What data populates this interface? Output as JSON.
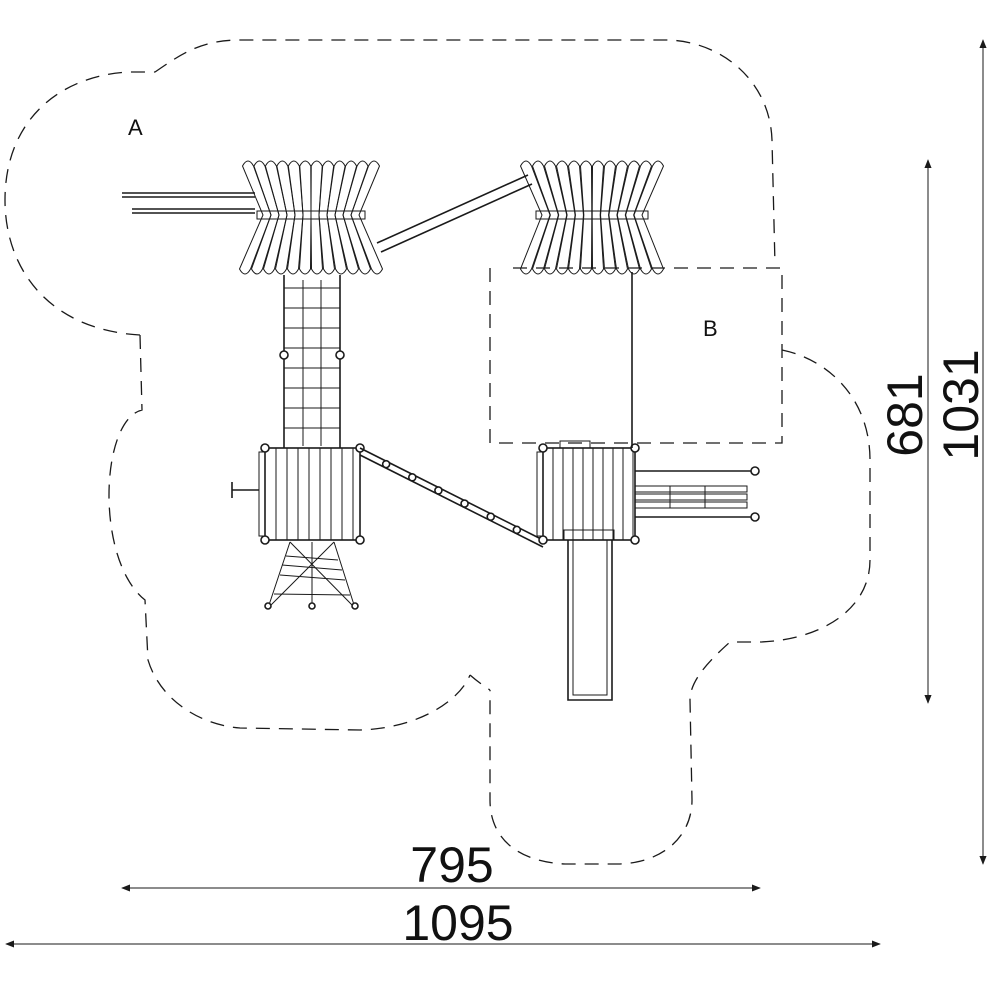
{
  "zones": {
    "a": "A",
    "b": "B"
  },
  "dimensions": {
    "width_inner": "795",
    "width_outer": "1095",
    "height_inner": "681",
    "height_outer": "1031"
  },
  "colors": {
    "line": "#1a1a1a",
    "background": "#ffffff"
  }
}
